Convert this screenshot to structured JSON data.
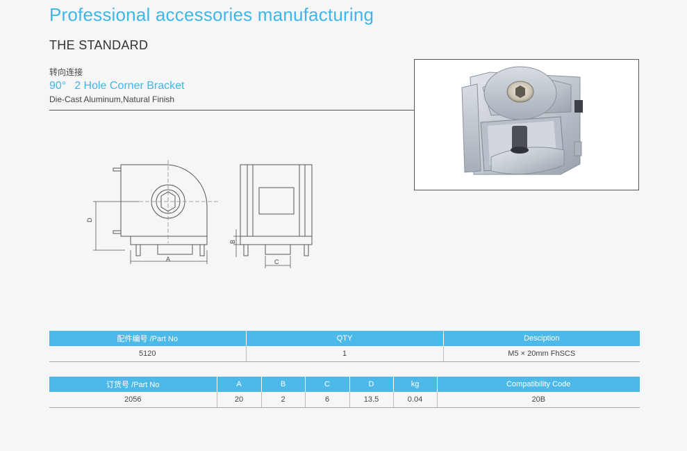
{
  "header": {
    "title": "Professional accessories manufacturing",
    "subtitle": "THE STANDARD"
  },
  "product": {
    "cn_label": "转向连接",
    "angle": "90°",
    "name": "2 Hole Corner Bracket",
    "finish": "Die-Cast Aluminum,Natural Finish"
  },
  "drawing": {
    "dim_a": "A",
    "dim_b": "B",
    "dim_c": "C",
    "dim_d": "D"
  },
  "table1": {
    "headers": [
      "配件编号 /Part No",
      "QTY",
      "Desciption"
    ],
    "row": [
      "5120",
      "1",
      "M5 × 20mm FhSCS"
    ]
  },
  "table2": {
    "headers": [
      "订货号 /Part No",
      "A",
      "B",
      "C",
      "D",
      "kg",
      "Compatibility Code"
    ],
    "row": [
      "2056",
      "20",
      "2",
      "6",
      "13.5",
      "0.04",
      "20B"
    ]
  },
  "colors": {
    "accent": "#3fb6e8",
    "table_header": "#4cb9e8",
    "background": "#f6f6f6"
  }
}
